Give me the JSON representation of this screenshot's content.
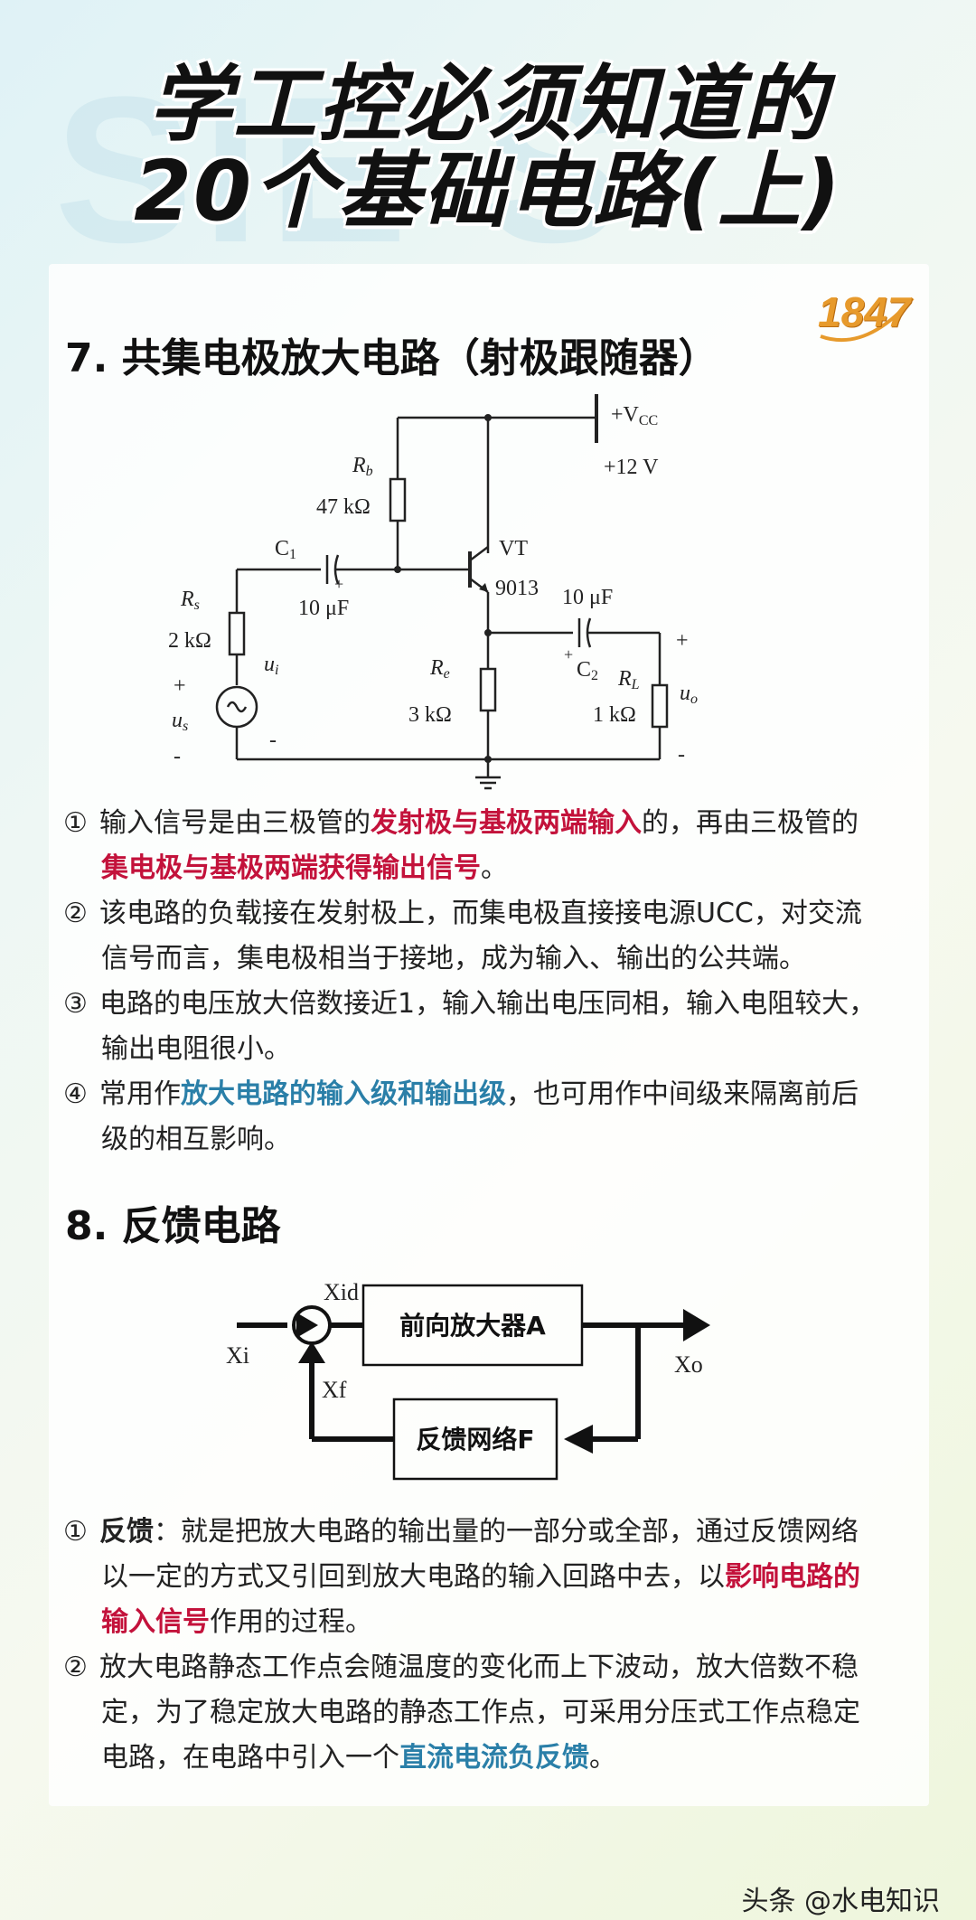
{
  "title": {
    "line1": "学工控必须知道的",
    "line2": "20个基础电路(上)",
    "watermark": "SIE S"
  },
  "logo": "1847",
  "section7": {
    "heading": "7. 共集电极放大电路（射极跟随器）",
    "circuit": {
      "vcc": "+V",
      "vcc_sub": "CC",
      "vcc_value": "+12 V",
      "rb": "R",
      "rb_sub": "b",
      "rb_value": "47 kΩ",
      "c1": "C",
      "c1_sub": "1",
      "c1_value": "10 μF",
      "vt": "VT",
      "vt_value": "9013",
      "c2": "C",
      "c2_sub": "2",
      "c2_value": "10 μF",
      "rs": "R",
      "rs_sub": "s",
      "rs_value": "2 kΩ",
      "ui": "u",
      "ui_sub": "i",
      "us": "u",
      "us_sub": "s",
      "re": "R",
      "re_sub": "e",
      "re_value": "3 kΩ",
      "rl": "R",
      "rl_sub": "L",
      "rl_value": "1 kΩ",
      "uo": "u",
      "uo_sub": "o",
      "plus": "+",
      "minus": "-"
    },
    "points": [
      {
        "num": "①",
        "a": "输入信号是由三极管的",
        "b": "发射极与基极两端输入",
        "c": "的，再由三极管的",
        "d": "集电极与基极两端获得输出信号",
        "e": "。"
      },
      {
        "num": "②",
        "line1": "该电路的负载接在发射极上，而集电极直接接电源UCC，对交流",
        "line2": "信号而言，集电极相当于接地，成为输入、输出的公共端。"
      },
      {
        "num": "③",
        "line1": "电路的电压放大倍数接近1，输入输出电压同相，输入电阻较大，",
        "line2": "输出电阻很小。"
      },
      {
        "num": "④",
        "a": "常用作",
        "b": "放大电路的输入级和输出级",
        "c": "，也可用作中间级来隔离前后",
        "line2": "级的相互影响。"
      }
    ]
  },
  "section8": {
    "heading": "8. 反馈电路",
    "diagram": {
      "xi": "Xi",
      "xid": "Xid",
      "xf": "Xf",
      "xo": "Xo",
      "amp": "前向放大器A",
      "fb": "反馈网络F"
    },
    "points": [
      {
        "num": "①",
        "a": "反馈",
        "b": "：就是把放大电路的输出量的一部分或全部，通过反馈网络",
        "line2a": "以一定的方式又引回到放大电路的输入回路中去，以",
        "line2b": "影响电路的",
        "line3a": "输入信号",
        "line3b": "作用的过程。"
      },
      {
        "num": "②",
        "line1": "放大电路静态工作点会随温度的变化而上下波动，放大倍数不稳",
        "line2": "定，为了稳定放大电路的静态工作点，可采用分压式工作点稳定",
        "line3a": "电路，在电路中引入一个",
        "line3b": "直流电流负反馈",
        "line3c": "。"
      }
    ]
  },
  "footer": "头条 @水电知识"
}
